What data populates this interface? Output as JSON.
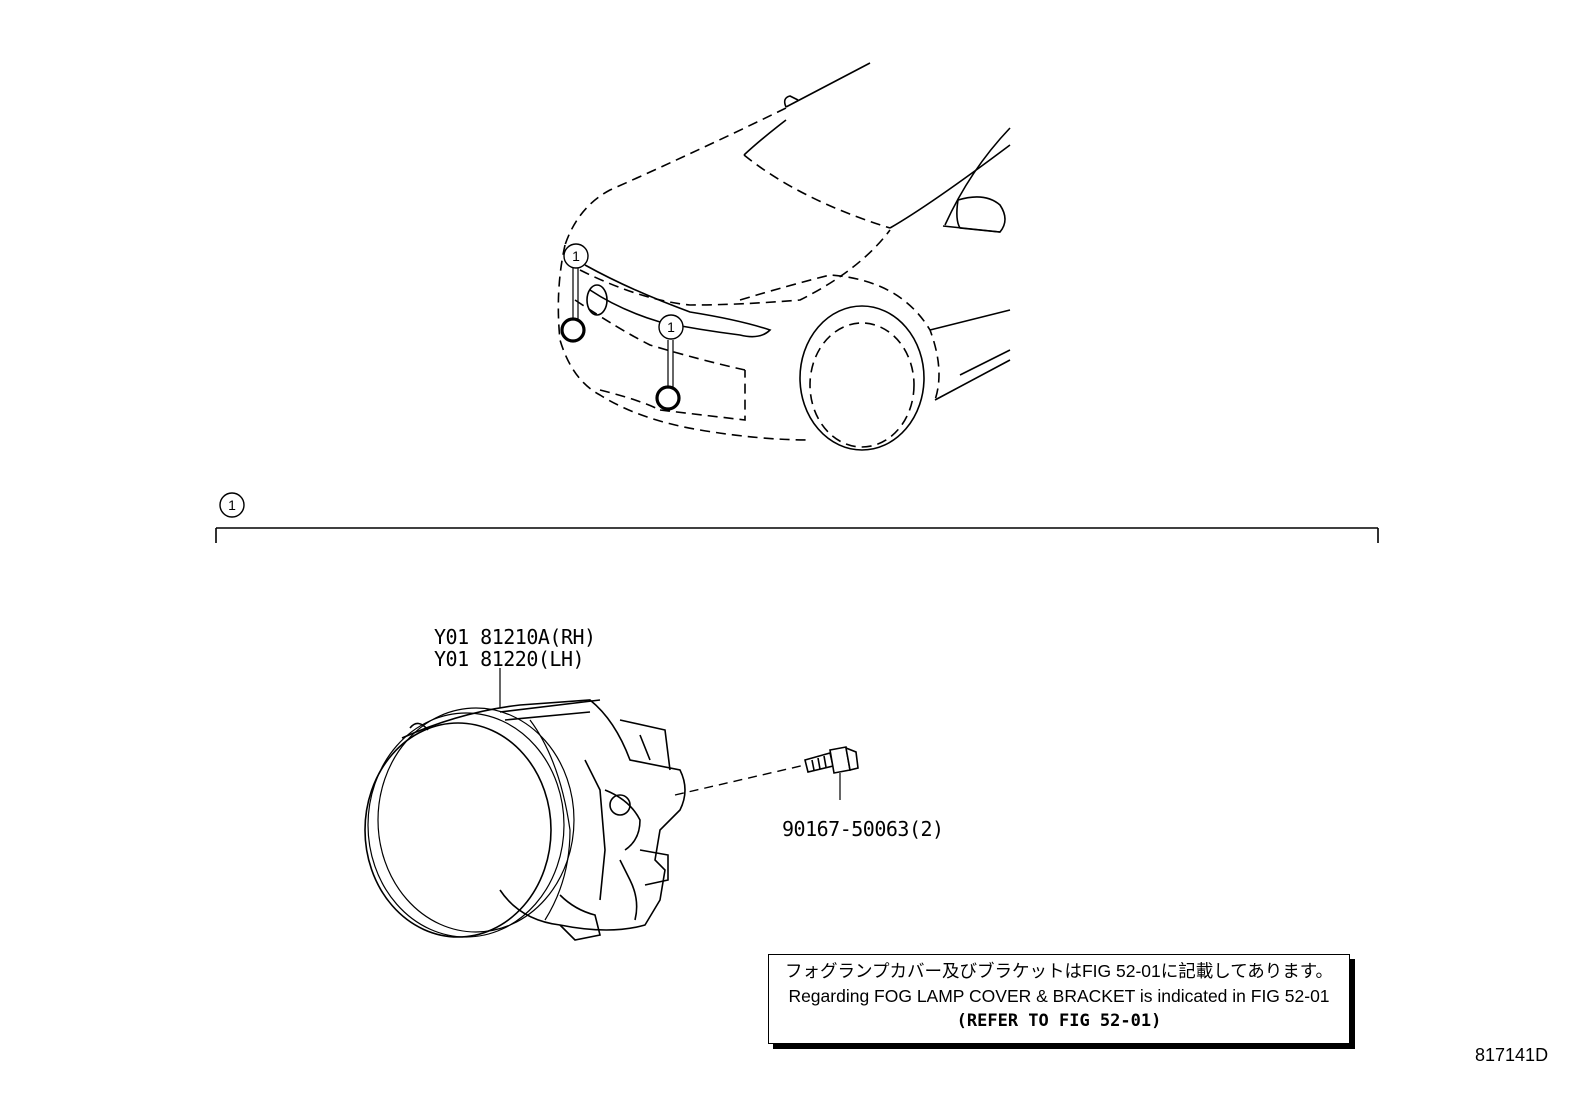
{
  "callout": {
    "number": "1"
  },
  "parts": {
    "fog_lamp_rh": "Y01 81210A(RH)",
    "fog_lamp_lh": "Y01 81220(LH)",
    "bolt": "90167-50063(2)"
  },
  "note": {
    "jp": "フォグランプカバー及びブラケットはFIG 52-01に記載してあります。",
    "en": "Regarding FOG LAMP COVER & BRACKET is indicated in FIG 52-01",
    "ref": "(REFER TO FIG 52-01)"
  },
  "figure_id": "817141D"
}
